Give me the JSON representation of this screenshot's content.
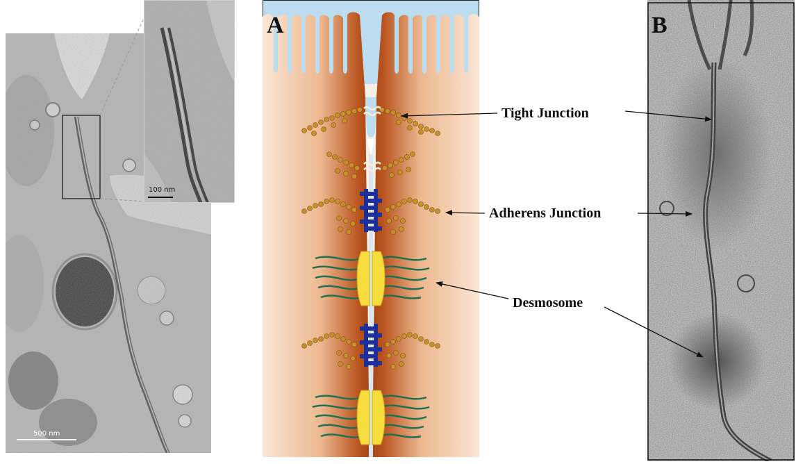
{
  "micrograph_left": {
    "scale_bar_label": "500 nm",
    "inset_scale_bar_label": "100 nm"
  },
  "panel_a": {
    "letter": "A"
  },
  "panel_b": {
    "letter": "B"
  },
  "callouts": {
    "tight_junction": "Tight Junction",
    "adherens_junction": "Adherens Junction",
    "desmosome": "Desmosome"
  },
  "colors": {
    "membrane_brown": "#b4501e",
    "apical_blue": "#bcdcf0",
    "cadherin_blue": "#1f2f9a",
    "desmosome_yellow": "#f6dc3c",
    "intermediate_filament_green": "#1d7052",
    "actin_gold": "#c8902a",
    "claudin_cream": "#f8eed8"
  }
}
